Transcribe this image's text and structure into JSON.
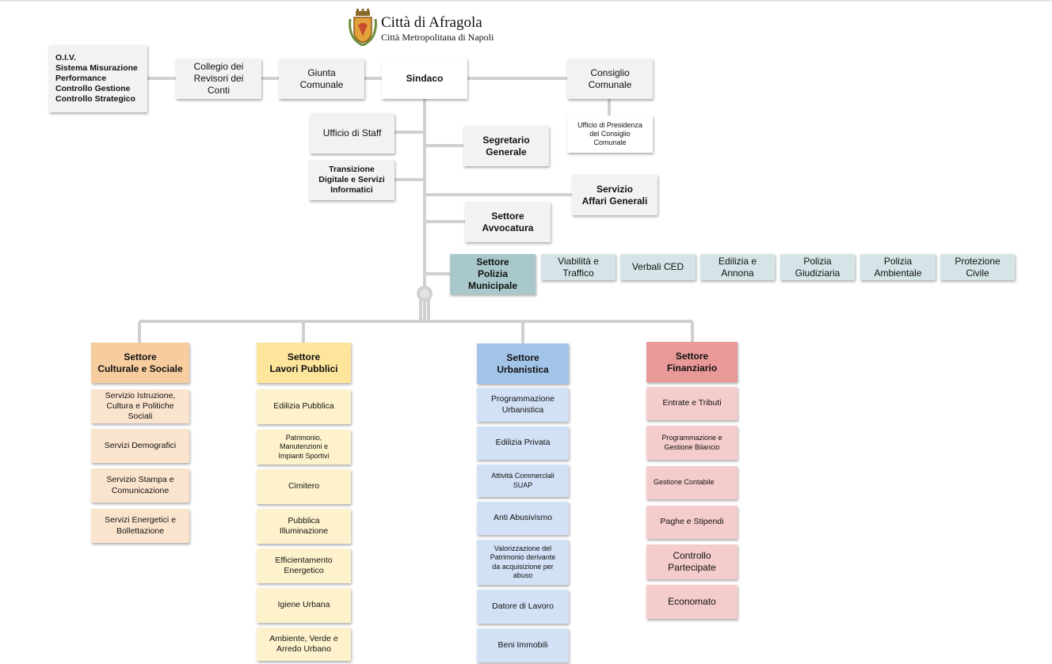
{
  "header": {
    "title": "Città di Afragola",
    "subtitle": "Città Metropolitana di Napoli",
    "crest_icon": "coat-of-arms-icon"
  },
  "top": {
    "oiv": "O.I.V.\nSistema Misurazione\nPerformance\nControllo Gestione\nControllo Strategico",
    "collegio": "Collegio dei\nRevisori dei\nConti",
    "giunta": "Giunta\nComunale",
    "sindaco": "Sindaco",
    "consiglio": "Consiglio\nComunale",
    "ufficio_presidenza": "Ufficio di Presidenza\ndel Consiglio\nComunale"
  },
  "staff": {
    "ufficio_staff": "Ufficio di Staff",
    "transizione": "Transizione\nDigitale e Servizi\nInformatici",
    "segretario": "Segretario\nGenerale",
    "affari_generali": "Servizio\nAffari Generali",
    "avvocatura": "Settore\nAvvocatura"
  },
  "polizia": {
    "head": "Settore\nPolizia\nMunicipale",
    "items": [
      "Viabilità e\nTraffico",
      "Verbali CED",
      "Edilizia e\nAnnona",
      "Polizia\nGiudiziaria",
      "Polizia\nAmbientale",
      "Protezione\nCivile"
    ]
  },
  "settori": [
    {
      "head": "Settore\nCulturale e Sociale",
      "items": [
        "Servizio Istruzione,\nCultura e Politiche\nSociali",
        "Servizi Demografici",
        "Servizio Stampa e\nComunicazione",
        "Servizi Energetici e\nBollettazione"
      ]
    },
    {
      "head": "Settore\nLavori Pubblici",
      "items": [
        "Edilizia Pubblica",
        "Patrimonio,\nManutenzioni e\nImpianti Sportivi",
        "Cimitero",
        "Pubblica\nIlluminazione",
        "Efficientamento\nEnergetico",
        "Igiene Urbana",
        "Ambiente, Verde e\nArredo Urbano"
      ]
    },
    {
      "head": "Settore\nUrbanistica",
      "items": [
        "Programmazione\nUrbanistica",
        "Edilizia Privata",
        "Attività Commerclali\nSUAP",
        "Anti Abusivismo",
        "Valorizzazione del\nPatrimonio derivante\nda acquisizione per\nabuso",
        "Datore di Lavoro",
        "Beni Immobili"
      ]
    },
    {
      "head": "Settore\nFinanziario",
      "items": [
        "Entrate e Tributi",
        "Programmazione e\nGestione Bilancio",
        "Gestione Contabile",
        "Paghe e Stipendi",
        "Controllo\nPartecipate",
        "Economato"
      ]
    }
  ],
  "colors": {
    "connector": "#d0d0d0",
    "polizia_head": "#a9c8cb",
    "culturale": "#f7cd9f",
    "lavori": "#fde59b",
    "urbanistica": "#a3c4e9",
    "finanziario": "#ea9999"
  }
}
